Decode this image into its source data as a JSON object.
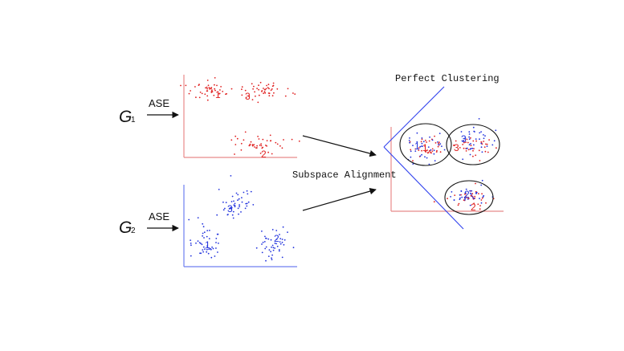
{
  "graphs": [
    {
      "symbol": "G",
      "index": "1",
      "method": "ASE",
      "color": "#e02020",
      "cluster_labels": [
        "1",
        "3",
        "2"
      ]
    },
    {
      "symbol": "G",
      "index": "2",
      "method": "ASE",
      "color": "#2233dd",
      "cluster_labels": [
        "3",
        "1",
        "2"
      ]
    }
  ],
  "alignment_label": "Subspace Alignment",
  "result_label": "Perfect Clustering",
  "result_clusters": [
    {
      "label_red": "1",
      "label_blue": "1"
    },
    {
      "label_red": "3",
      "label_blue": "3"
    },
    {
      "label_red": "2",
      "label_blue": "2"
    }
  ],
  "colors": {
    "red": "#e02020",
    "blue": "#2233dd",
    "axis_red": "#e88a8a",
    "axis_blue": "#6f7ff0",
    "line_blue": "#3344ee"
  }
}
